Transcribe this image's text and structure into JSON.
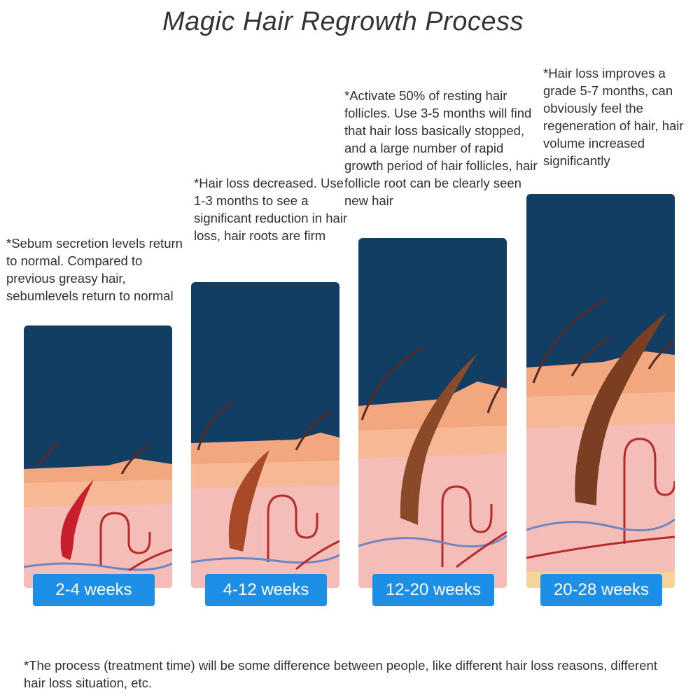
{
  "title": "Magic Hair Regrowth Process",
  "stages": [
    {
      "weeks": "2-4 weeks",
      "description": "*Sebum secretion levels return to normal. Compared to previous greasy hair, sebumlevels return to normal"
    },
    {
      "weeks": "4-12 weeks",
      "description": "*Hair loss decreased. Use 1-3 months to see a significant reduction in hair loss, hair roots are firm"
    },
    {
      "weeks": "12-20 weeks",
      "description": "*Activate 50% of resting hair follicles. Use 3-5 months will find that hair loss basically stopped, and a large number of rapid growth period of hair follicles, hair follicle root can be clearly seen new hair"
    },
    {
      "weeks": "20-28 weeks",
      "description": "*Hair loss improves a grade 5-7 months, can obviously feel the regeneration of hair, hair volume increased significantly"
    }
  ],
  "footer": "*The process (treatment time) will be some difference between people, like different hair loss reasons, different hair loss situation, etc.",
  "colors": {
    "background_panel": "#123e63",
    "skin_top": "#f2a77e",
    "skin_mid": "#f7b896",
    "dermis": "#f4bdb8",
    "badge": "#1e8fe6",
    "blood_vessel": "#b52a2a",
    "vein": "#6f86c4"
  }
}
